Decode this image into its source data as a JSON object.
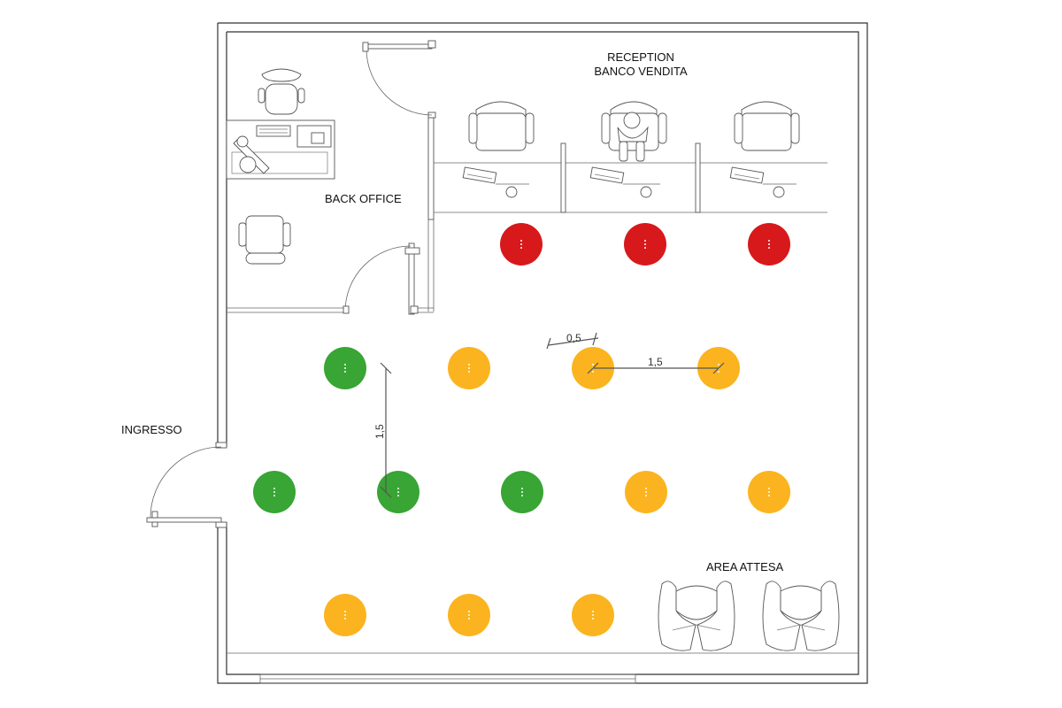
{
  "labels": {
    "reception_line1": "RECEPTION",
    "reception_line2": "BANCO VENDITA",
    "back_office": "BACK OFFICE",
    "ingresso": "INGRESSO",
    "area_attesa": "AREA ATTESA"
  },
  "dimensions": {
    "spacing_short": "0,5",
    "spacing_horizontal": "1,5",
    "spacing_vertical": "1,5"
  },
  "colors": {
    "red": "#d7191c",
    "orange": "#fbb41f",
    "green": "#38a534",
    "walls": "#333333"
  },
  "stations": {
    "counter_seats": [
      "red",
      "red",
      "red"
    ],
    "row1": [
      "green",
      "orange",
      "orange",
      "orange"
    ],
    "row2": [
      "green",
      "green",
      "green",
      "orange",
      "orange"
    ],
    "row3": [
      "orange",
      "orange",
      "orange"
    ]
  }
}
